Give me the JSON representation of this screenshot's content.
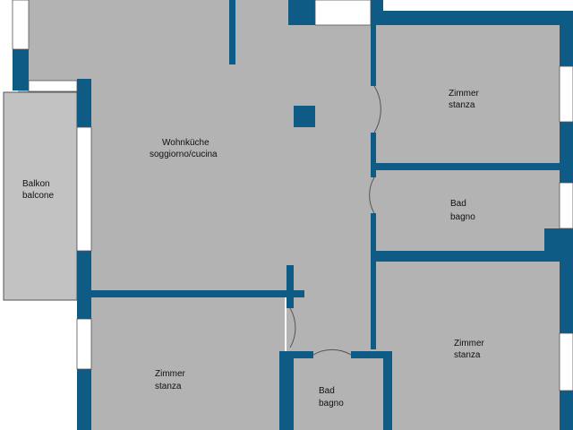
{
  "colors": {
    "wall": "#0e5b86",
    "floor": "#b3b3b3",
    "balcony": "#c2c2c2",
    "window": "#ffffff",
    "outline": "#555555"
  },
  "rooms": {
    "living": {
      "line1": "Wohnküche",
      "line2": "soggiorno/cucina"
    },
    "balcony": {
      "line1": "Balkon",
      "line2": "balcone"
    },
    "room_top_right": {
      "line1": "Zimmer",
      "line2": "stanza"
    },
    "bath_right": {
      "line1": "Bad",
      "line2": "bagno"
    },
    "room_bottom_right": {
      "line1": "Zimmer",
      "line2": "stanza"
    },
    "room_bottom_left": {
      "line1": "Zimmer",
      "line2": "stanza"
    },
    "bath_bottom": {
      "line1": "Bad",
      "line2": "bagno"
    }
  }
}
